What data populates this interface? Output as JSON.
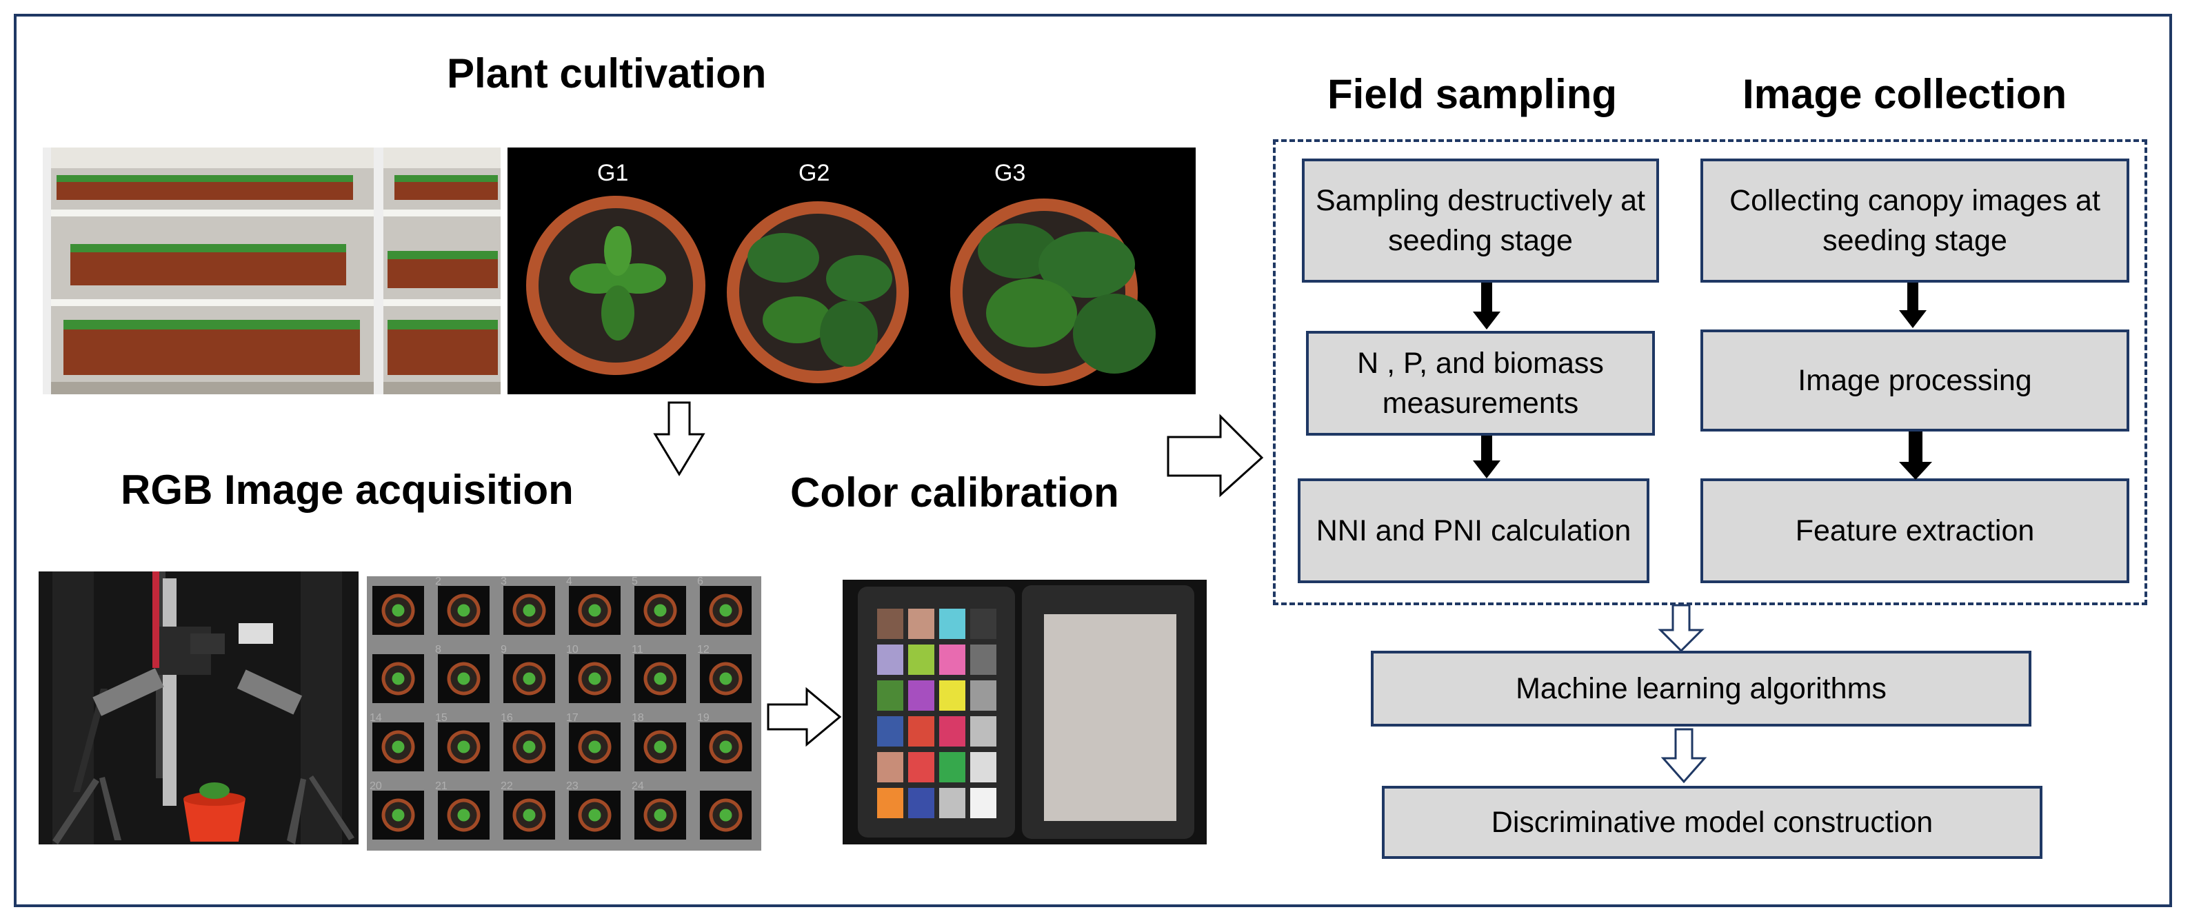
{
  "headings": {
    "plant_cultivation": "Plant  cultivation",
    "rgb_acquisition": "RGB Image acquisition",
    "color_calibration": "Color calibration",
    "field_sampling": "Field  sampling",
    "image_collection": "Image collection"
  },
  "pot_labels": [
    "G1",
    "G2",
    "G3"
  ],
  "field_column": [
    "Sampling destructively at seeding stage",
    "N , P,  and biomass measurements",
    "NNI and PNI calculation"
  ],
  "image_column": [
    "Collecting canopy images at seeding stage",
    "Image processing",
    "Feature extraction"
  ],
  "merge_boxes": {
    "ml": "Machine learning algorithms",
    "model": "Discriminative model construction"
  },
  "grid_numbers": [
    "2",
    "3",
    "4",
    "5",
    "6",
    "8",
    "9",
    "10",
    "11",
    "12",
    "14",
    "15",
    "16",
    "17",
    "18",
    "19",
    "20",
    "21",
    "22",
    "23",
    "24"
  ],
  "colors": {
    "frame": "#1f3864",
    "box_fill": "#d9d9d9",
    "box_border": "#1f3864",
    "arrow_fill": "#ffffff",
    "pot": "#b5542c",
    "leaf": "#2e7d32"
  }
}
